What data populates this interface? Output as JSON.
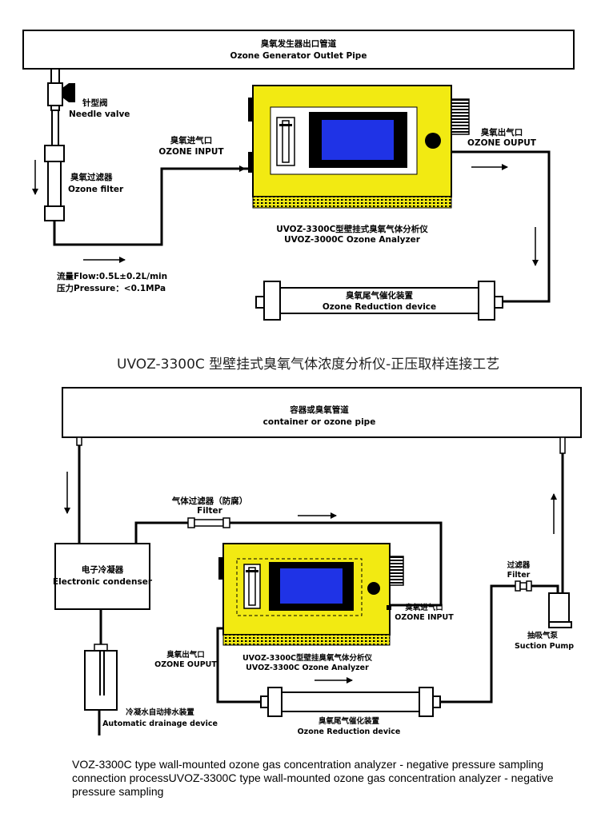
{
  "diagram1": {
    "pipe_cn": "臭氧发生器出口管道",
    "pipe_en": "Ozone Generator Outlet Pipe",
    "needle_cn": "针型阀",
    "needle_en": "Needle valve",
    "filter_cn": "臭氧过滤器",
    "filter_en": "Ozone filter",
    "input_cn": "臭氧进气口",
    "input_en": "OZONE INPUT",
    "output_cn": "臭氧出气口",
    "output_en": "OZONE OUPUT",
    "analyzer_cn": "UVOZ-3300C型壁挂式臭氧气体分析仪",
    "analyzer_en": "UVOZ-3000C Ozone Analyzer",
    "flow": "流量Flow:0.5L±0.2L/min",
    "pressure": "压力Pressure：<0.1MPa",
    "reduction_cn": "臭氧尾气催化装置",
    "reduction_en": "Ozone Reduction device"
  },
  "caption1": "UVOZ-3300C 型壁挂式臭氧气体浓度分析仪-正压取样连接工艺",
  "diagram2": {
    "pipe_cn": "容器或臭氧管道",
    "pipe_en": "container or ozone pipe",
    "filter_cn": "气体过滤器（防腐）",
    "filter_en": "Filter",
    "condenser_cn": "电子冷凝器",
    "condenser_en": "Electronic condenser",
    "input_cn": "臭氧进气口",
    "input_en": "OZONE INPUT",
    "output_cn": "臭氧出气口",
    "output_en": "OZONE OUPUT",
    "analyzer_cn": "UVOZ-3300C型壁挂臭氧气体分析仪",
    "analyzer_en": "UVOZ-3300C Ozone Analyzer",
    "drain_cn": "冷凝水自动排水装置",
    "drain_en": "Automatic drainage device",
    "reduction_cn": "臭氧尾气催化装置",
    "reduction_en": "Ozone Reduction device",
    "filter2_cn": "过滤器",
    "filter2_en": "Filter",
    "pump_cn": "抽吸气泵",
    "pump_en": "Suction Pump"
  },
  "caption2": "VOZ-3300C type wall-mounted ozone gas concentration analyzer - negative pressure sampling connection processUVOZ-3300C type wall-mounted ozone gas concentration analyzer - negative pressure sampling",
  "colors": {
    "analyzer_body": "#f2ea12",
    "screen": "#1f33e6",
    "line": "#000000"
  }
}
